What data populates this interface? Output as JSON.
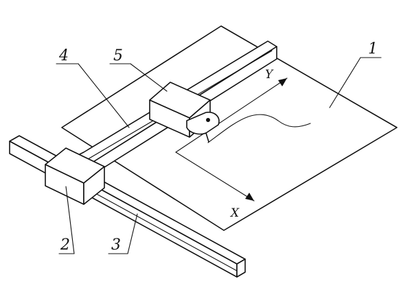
{
  "labels": {
    "sheet": "1",
    "carriage": "2",
    "guide_rail": "3",
    "crossbar": "4",
    "pen_head": "5"
  },
  "axes": {
    "x": "X",
    "y": "Y"
  }
}
